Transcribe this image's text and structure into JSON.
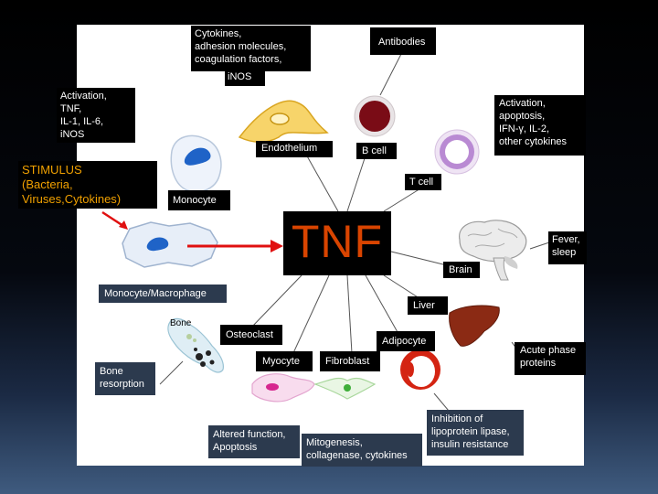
{
  "labels": {
    "cytokines": "Cytokines,\nadhesion molecules,\ncoagulation factors,",
    "inos_top": "iNOS",
    "antibodies": "Antibodies",
    "activation_left": "Activation,\nTNF,\nIL-1, IL-6,\niNOS",
    "activation_right": "Activation,\napoptosis,\nIFN-γ, IL-2,\nother cytokines",
    "stimulus": "STIMULUS\n(Bacteria,\nViruses,Cytokines)",
    "endothelium": "Endothelium",
    "b_cell": "B cell",
    "t_cell": "T cell",
    "monocyte": "Monocyte",
    "tnf": "TNF",
    "brain": "Brain",
    "fever": "Fever,\nsleep",
    "monocyte_macrophage": "Monocyte/Macrophage",
    "liver": "Liver",
    "bone": "Bone",
    "osteoclast": "Osteoclast",
    "adipocyte": "Adipocyte",
    "acute_phase": "Acute phase\nproteins",
    "bone_resorption": "Bone\nresorption",
    "myocyte": "Myocyte",
    "fibroblast": "Fibroblast",
    "altered_function": "Altered function,\nApoptosis",
    "mitogenesis": "Mitogenesis,\ncollagenase, cytokines",
    "inhibition": "Inhibition of\nlipoprotein lipase,\ninsulin resistance"
  },
  "colors": {
    "tnf_text": "#d94400",
    "arrow_red": "#e01010",
    "stimulus_text": "#f0a000",
    "box_dark": "#000000",
    "box_slate": "#2c3a4e"
  },
  "icons": [
    "endothelium-cell-icon",
    "b-cell-icon",
    "t-cell-icon",
    "monocyte-icon",
    "macrophage-icon",
    "brain-icon",
    "liver-icon",
    "bone-icon",
    "adipocyte-icon",
    "myocyte-icon",
    "fibroblast-icon"
  ]
}
